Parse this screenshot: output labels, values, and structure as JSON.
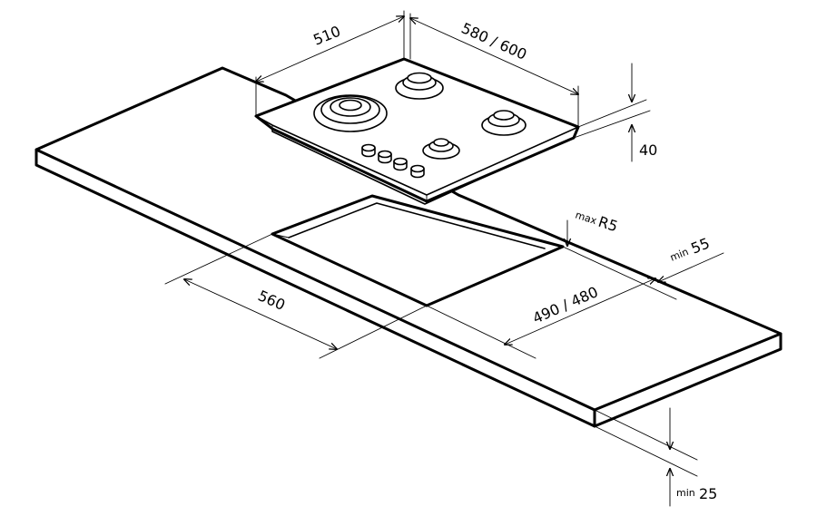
{
  "dimensions": {
    "width_510": "510",
    "depth_580_600": "580 / 600",
    "height_40": "40",
    "cutout_560": "560",
    "cutout_490_480": "490 / 480",
    "radius_prefix": "max",
    "radius_value": "R5",
    "edge_prefix": "min",
    "edge_value": "55",
    "thickness_prefix": "min",
    "thickness_value": "25"
  },
  "colors": {
    "line": "#000000",
    "background": "#ffffff"
  }
}
